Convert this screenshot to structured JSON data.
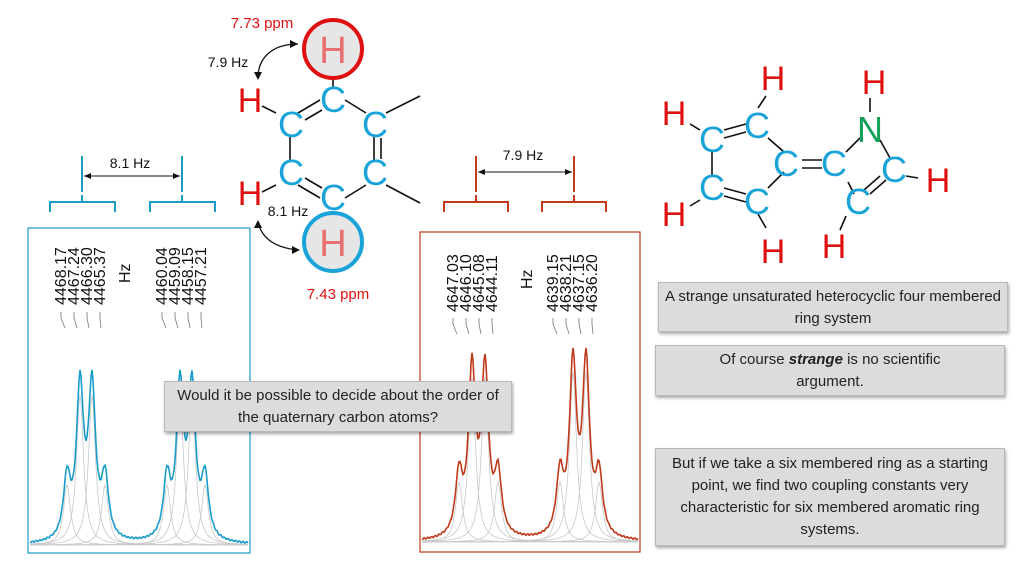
{
  "benzene": {
    "top_shift": "7.73 ppm",
    "bottom_shift": "7.43 ppm",
    "j_top": "7.9 Hz",
    "j_bottom": "8.1 Hz",
    "atom_H": "H",
    "atom_C": "C"
  },
  "spectrum_left": {
    "j_label": "8.1 Hz",
    "peaks": [
      "4468.17",
      "4467.24",
      "4466.30",
      "4465.37",
      "4460.04",
      "4459.09",
      "4458.15",
      "4457.21"
    ],
    "unit": "Hz",
    "color": "#1a9cc9"
  },
  "spectrum_right": {
    "j_label": "7.9 Hz",
    "peaks": [
      "4647.03",
      "4646.10",
      "4645.08",
      "4644.11",
      "4639.15",
      "4638.21",
      "4637.15",
      "4636.20"
    ],
    "unit": "Hz",
    "color": "#c0391b"
  },
  "heterocycle": {
    "atom_H": "H",
    "atom_C": "C",
    "atom_N": "N"
  },
  "colors": {
    "carbon": "#1aa3d9",
    "hydrogen": "#e01010",
    "nitrogen": "#15a05a"
  },
  "notes": {
    "strange_system": "A strange unsaturated heterocyclic four membered ring system",
    "strange_pre": "Of course ",
    "strange_word": "strange",
    "strange_post": " is no scientific argument.",
    "six_ring": "But if we take a six membered ring as a starting point, we find two coupling constants very characteristic for six membered aromatic ring systems.",
    "question": "Would it be possible to decide about the order of the quaternary carbon atoms?"
  }
}
